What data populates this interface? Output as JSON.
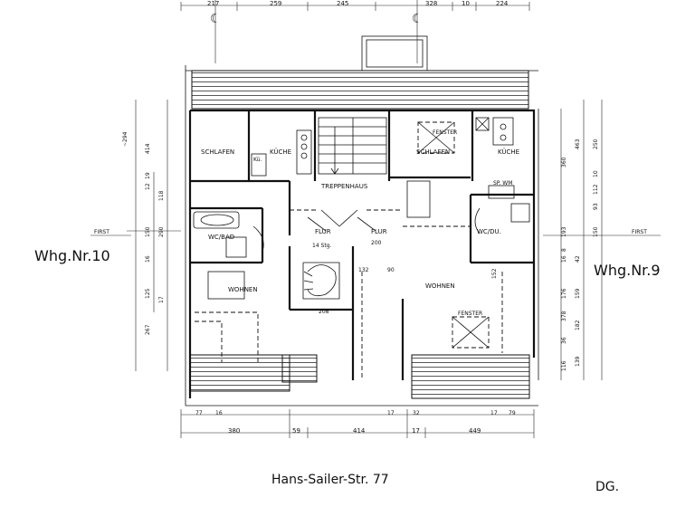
{
  "top_dims": [
    "217",
    "259",
    "245",
    "328",
    "10",
    "224"
  ],
  "bottom_dims_row1": [
    "77",
    "16",
    "17",
    "32",
    "17",
    "79"
  ],
  "bottom_dims_row2": [
    "380",
    "59",
    "414",
    "17",
    "449"
  ],
  "left_dims": [
    "~294",
    "414",
    "12",
    "19",
    "118",
    "150",
    "290",
    "16",
    "125",
    "17",
    "267"
  ],
  "right_dims": [
    "463",
    "250",
    "360",
    "10",
    "112",
    "93",
    "150",
    "193",
    "8",
    "42",
    "16",
    "159",
    "176",
    "378",
    "182",
    "36",
    "139",
    "116"
  ],
  "first_left": "FIRST",
  "first_right": "FIRST",
  "rooms": {
    "schlafen_left": "SCHLAFEN",
    "kuche_left": "KÜCHE",
    "ku_left": "Kü.",
    "treppenhaus": "TREPPENHAUS",
    "fenster_top": "FENSTER",
    "schlafen_right": "SCHLAFEN",
    "kuche_right": "KÜCHE",
    "sp_wm": "SP.  WM",
    "wc_bad": "WC/BAD",
    "flur_left": "FLUR",
    "flur_right": "FLUR",
    "stair_count": "14 Stg.",
    "flur_dim": "200",
    "wc_du": "WC/DU.",
    "wohnen_left": "WOHNEN",
    "wohnen_right": "WOHNEN",
    "fenster_bottom": "FENSTER",
    "dim_132": "132",
    "dim_90": "90",
    "dim_208": "208",
    "dim_152": "152"
  },
  "apartment_left": "Whg.Nr.10",
  "apartment_right": "Whg.Nr.9",
  "street_label": "Hans-Sailer-Str. 77",
  "floor_label": "DG."
}
